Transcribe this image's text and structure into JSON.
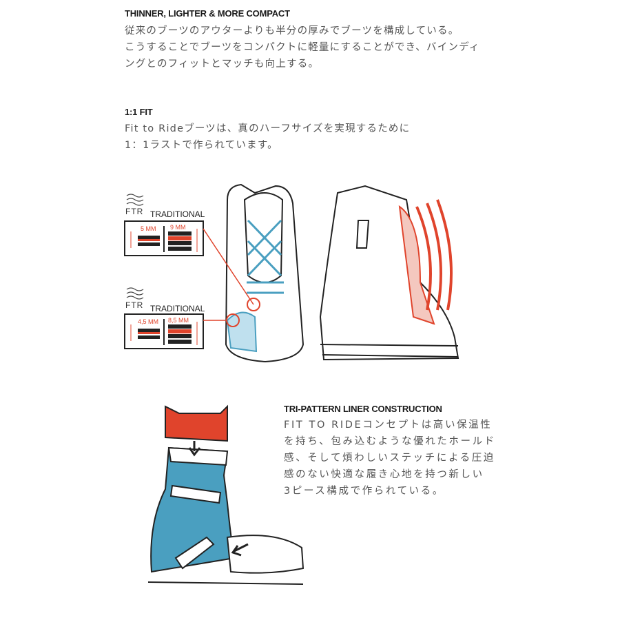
{
  "section1": {
    "heading": "THINNER, LIGHTER & MORE COMPACT",
    "lines": [
      "従来のブーツのアウターよりも半分の厚みでブーツを構成している。",
      "こうすることでブーツをコンパクトに軽量にすることができ、バインディ",
      "ングとのフィットとマッチも向上する。"
    ]
  },
  "section2": {
    "heading": "1:1 FIT",
    "lines": [
      "Fit to Rideブーツは、真のハーフサイズを実現するために",
      "1：1ラストで作られています。"
    ]
  },
  "comparison": [
    {
      "logo": "FTR",
      "label": "TRADITIONAL",
      "ftr_value": "5 MM",
      "traditional_value": "9 MM"
    },
    {
      "logo": "FTR",
      "label": "TRADITIONAL",
      "ftr_value": "4,5 MM",
      "traditional_value": "8,5 MM"
    }
  ],
  "section3": {
    "heading": "TRI-PATTERN LINER CONSTRUCTION",
    "lines": [
      "FIT TO RIDEコンセプトは高い保温性",
      "を持ち、包み込むような優れたホールド",
      "感、そして煩わしいステッチによる圧迫",
      "感のない快適な履き心地を持つ新しい",
      "3ピース構成で作られている。"
    ]
  },
  "colors": {
    "accent": "#e0442c",
    "liner_blue": "#4a9fc0",
    "text": "#555555"
  }
}
